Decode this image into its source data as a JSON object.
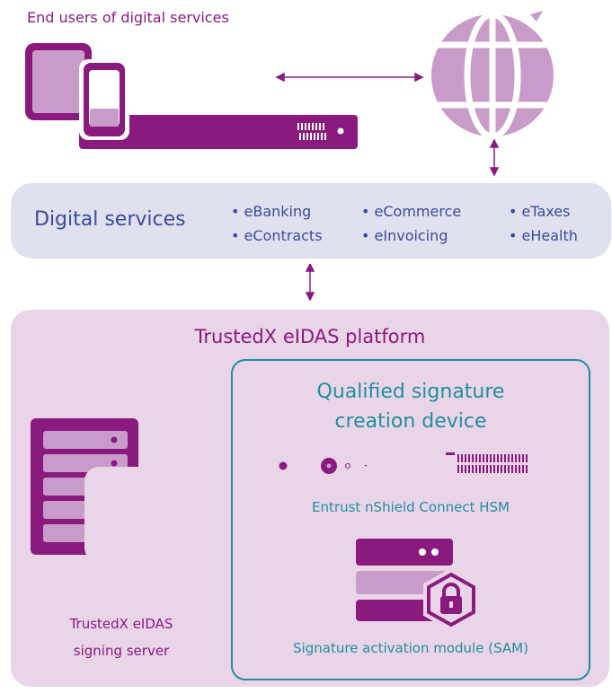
{
  "top": {
    "title": "End users of digital services"
  },
  "digital_services": {
    "title": "Digital services",
    "items": [
      "• eBanking",
      "• eCommerce",
      "• eTaxes",
      "• eContracts",
      "• eInvoicing",
      "• eHealth"
    ]
  },
  "platform": {
    "title": "TrustedX eIDAS platform",
    "server_label_line1": "TrustedX eIDAS",
    "server_label_line2": "signing server",
    "qscd": {
      "title_line1": "Qualified signature",
      "title_line2": "creation device",
      "hsm_label": "Entrust nShield Connect HSM",
      "sam_label": "Signature activation module (SAM)"
    }
  },
  "colors": {
    "purple": "#8a1a7e",
    "light_purple": "#c99bc8",
    "platform_bg": "#ead5e8",
    "services_bg": "#dfe1ee",
    "services_text": "#3d4a9a",
    "teal": "#1f8fa0"
  },
  "icons": [
    "tablet-icon",
    "smartphone-icon",
    "server-appliance-icon",
    "globe-icon",
    "server-rack-icon",
    "hsm-device-icon",
    "sam-server-icon",
    "padlock-icon"
  ]
}
